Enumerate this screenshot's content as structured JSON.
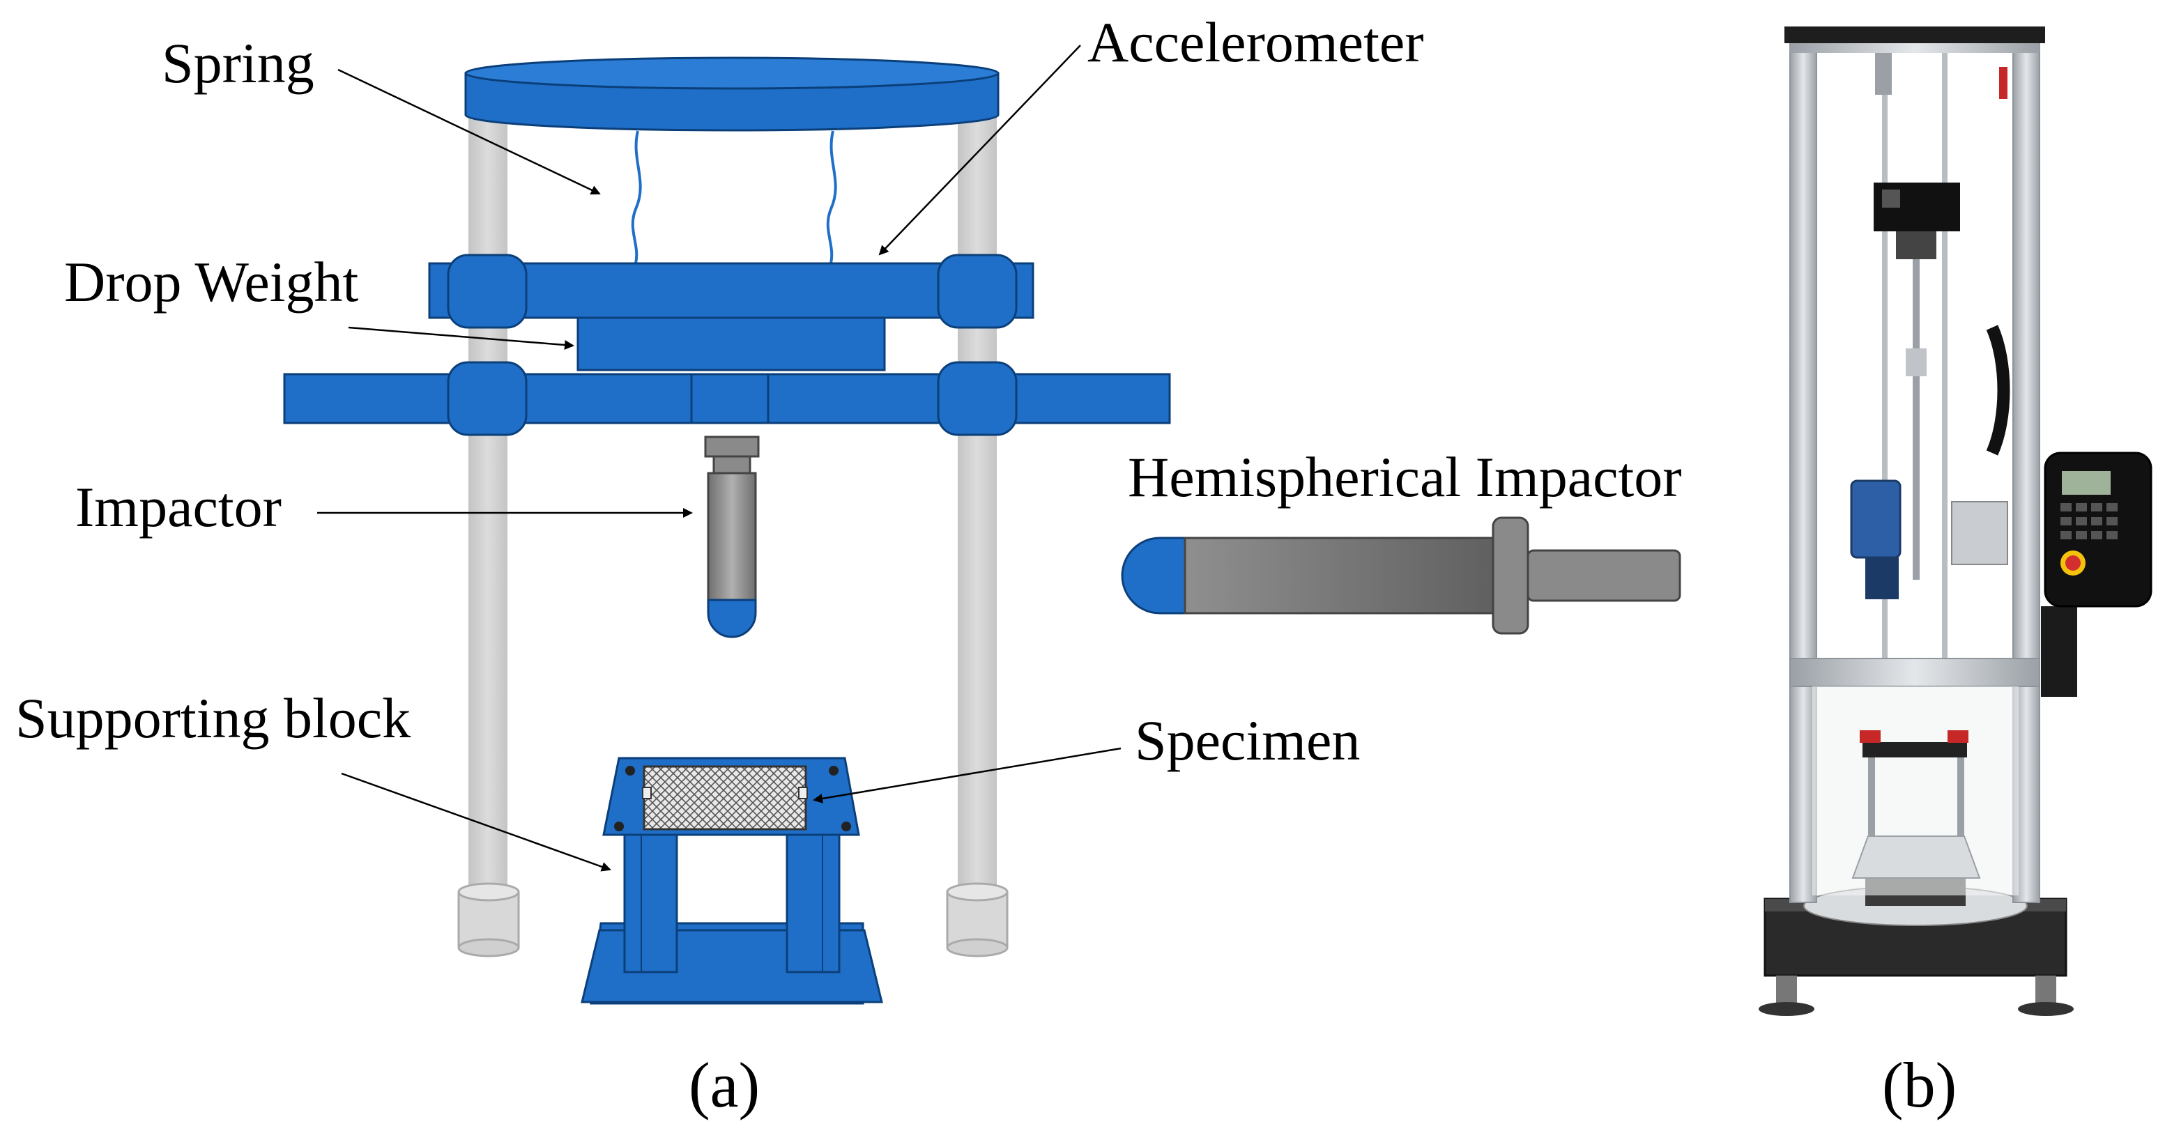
{
  "labels": {
    "spring": "Spring",
    "accelerometer": "Accelerometer",
    "drop_weight": "Drop Weight",
    "impactor": "Impactor",
    "hemispherical_impactor": "Hemispherical Impactor",
    "supporting_block": "Supporting block",
    "specimen": "Specimen",
    "panel_a": "(a)",
    "panel_b": "(b)"
  },
  "colors": {
    "structure_blue": "#1f6fc8",
    "structure_stroke": "#0b3f7a",
    "column_gray": "#cccccc",
    "impactor_gray": "#8a8a8a",
    "frame_aluminum": "#c8ccd1",
    "machine_dark": "#1a1a1a"
  },
  "photo_panel": {
    "icons": [
      "drop-tower-machine-icon",
      "control-panel-icon",
      "emergency-stop-icon"
    ]
  }
}
